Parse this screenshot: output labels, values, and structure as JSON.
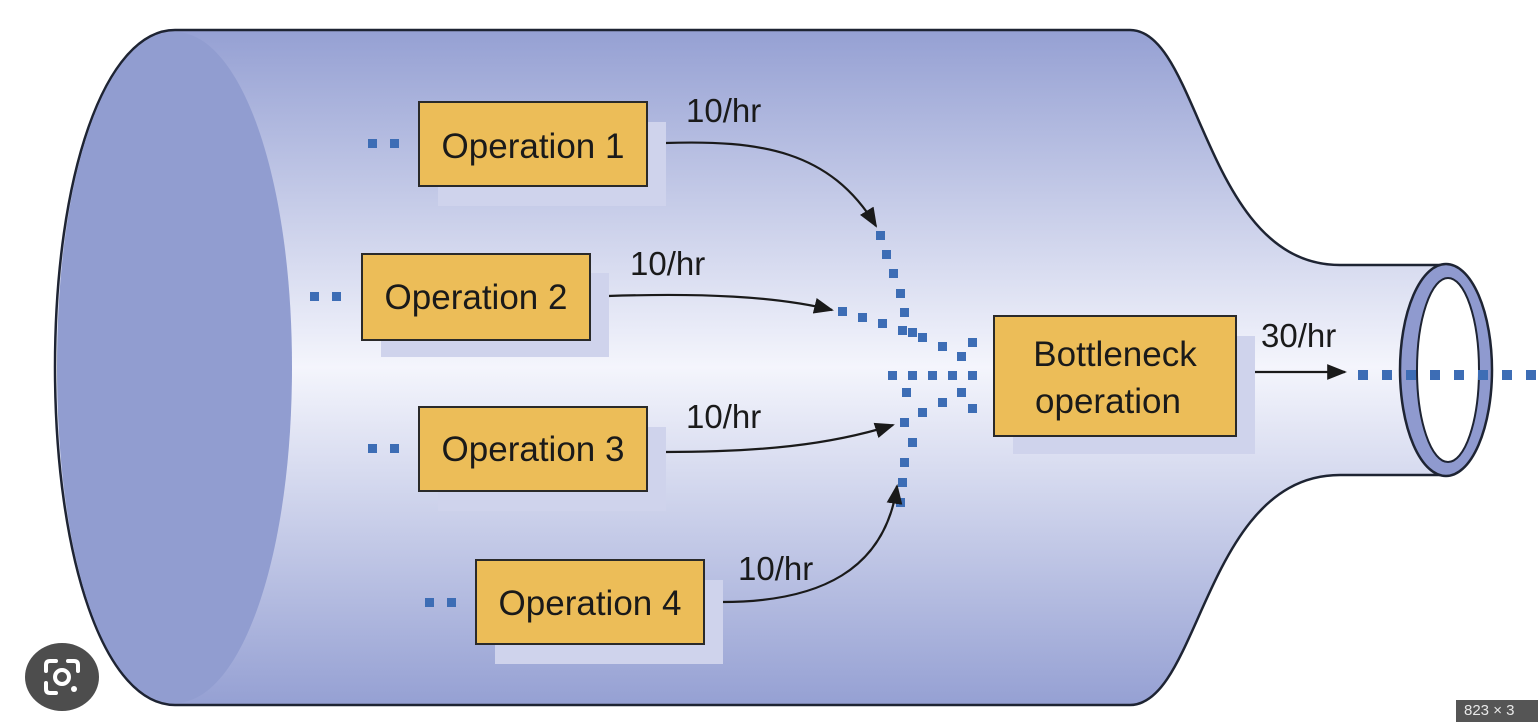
{
  "diagram": {
    "operations": [
      {
        "label": "Operation 1",
        "rate": "10/hr"
      },
      {
        "label": "Operation 2",
        "rate": "10/hr"
      },
      {
        "label": "Operation 3",
        "rate": "10/hr"
      },
      {
        "label": "Operation 4",
        "rate": "10/hr"
      }
    ],
    "bottleneck": {
      "line1": "Bottleneck",
      "line2": "operation",
      "rate": "30/hr"
    }
  },
  "overlay": {
    "image_size": "823 × 3"
  },
  "colors": {
    "bottle_fill": "#a3acd8",
    "bottle_edge": "#8f9acf",
    "box_fill": "#ecbd58",
    "box_shadow": "#cfd3ec",
    "dots": "#3d6db5",
    "arrow": "#1a1a1a"
  },
  "icons": {
    "lens": "google-lens-icon"
  }
}
